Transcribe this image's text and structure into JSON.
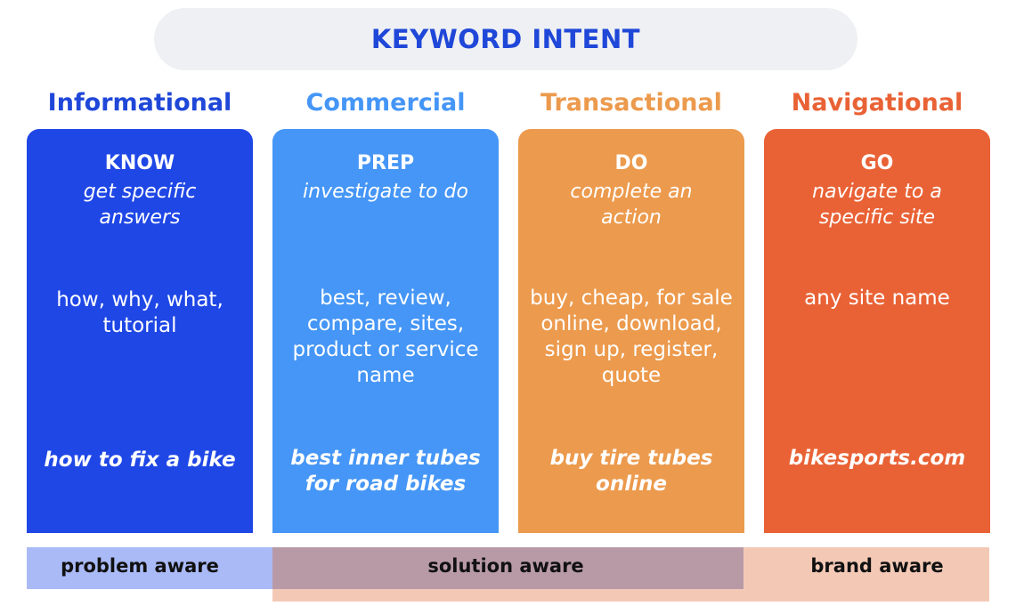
{
  "title": "KEYWORD INTENT",
  "columns": [
    {
      "heading": "Informational",
      "verb": "KNOW",
      "description": "get specific answers",
      "keywords": "how, why, what, tutorial",
      "example": "how to fix a bike",
      "color": "#1f47e6"
    },
    {
      "heading": "Commercial",
      "verb": "PREP",
      "description": "investigate to do",
      "keywords": "best, review, compare, sites, product or service name",
      "example": "best inner tubes for road bikes",
      "color": "#4596f6"
    },
    {
      "heading": "Transactional",
      "verb": "DO",
      "description": "complete an action",
      "keywords": "buy, cheap, for sale online, download, sign up, register, quote",
      "example": "buy tire tubes online",
      "color": "#ec9a4d"
    },
    {
      "heading": "Navigational",
      "verb": "GO",
      "description": "navigate to a specific site",
      "keywords": "any site name",
      "example": "bikesports.com",
      "color": "#e96235"
    }
  ],
  "awareness": {
    "problem": "problem aware",
    "solution": "solution aware",
    "brand": "brand aware"
  }
}
